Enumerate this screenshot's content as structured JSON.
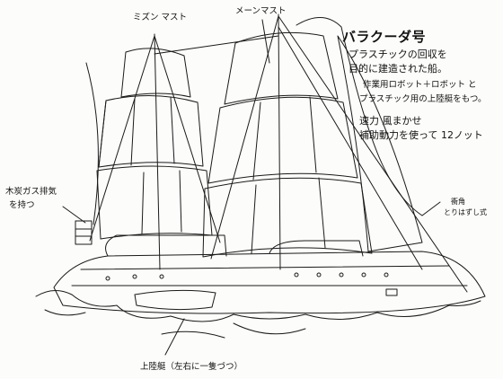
{
  "labels": {
    "mizzen_mast": "ミズン マスト",
    "main_mast": "メーンマスト",
    "title": "バラクーダ号",
    "desc_1": "プラスチックの回収を",
    "desc_2": "目的に建造された船。",
    "desc_3": "作業用ロボット＋ロボット と",
    "desc_4": "プラスチック用の上陸艇をもつ。",
    "speed_1": "速力 風まかせ",
    "speed_2": "補助動力を使って 12ノット",
    "gas_tank_1": "木炭ガス排気",
    "gas_tank_2": "を持つ",
    "bow_note_1": "衝角",
    "bow_note_2": "とりはずし式",
    "landing_craft": "上陸艇（左右に一隻づつ）"
  },
  "colors": {
    "ink": "#111111",
    "paper": "#fcfcfa"
  }
}
